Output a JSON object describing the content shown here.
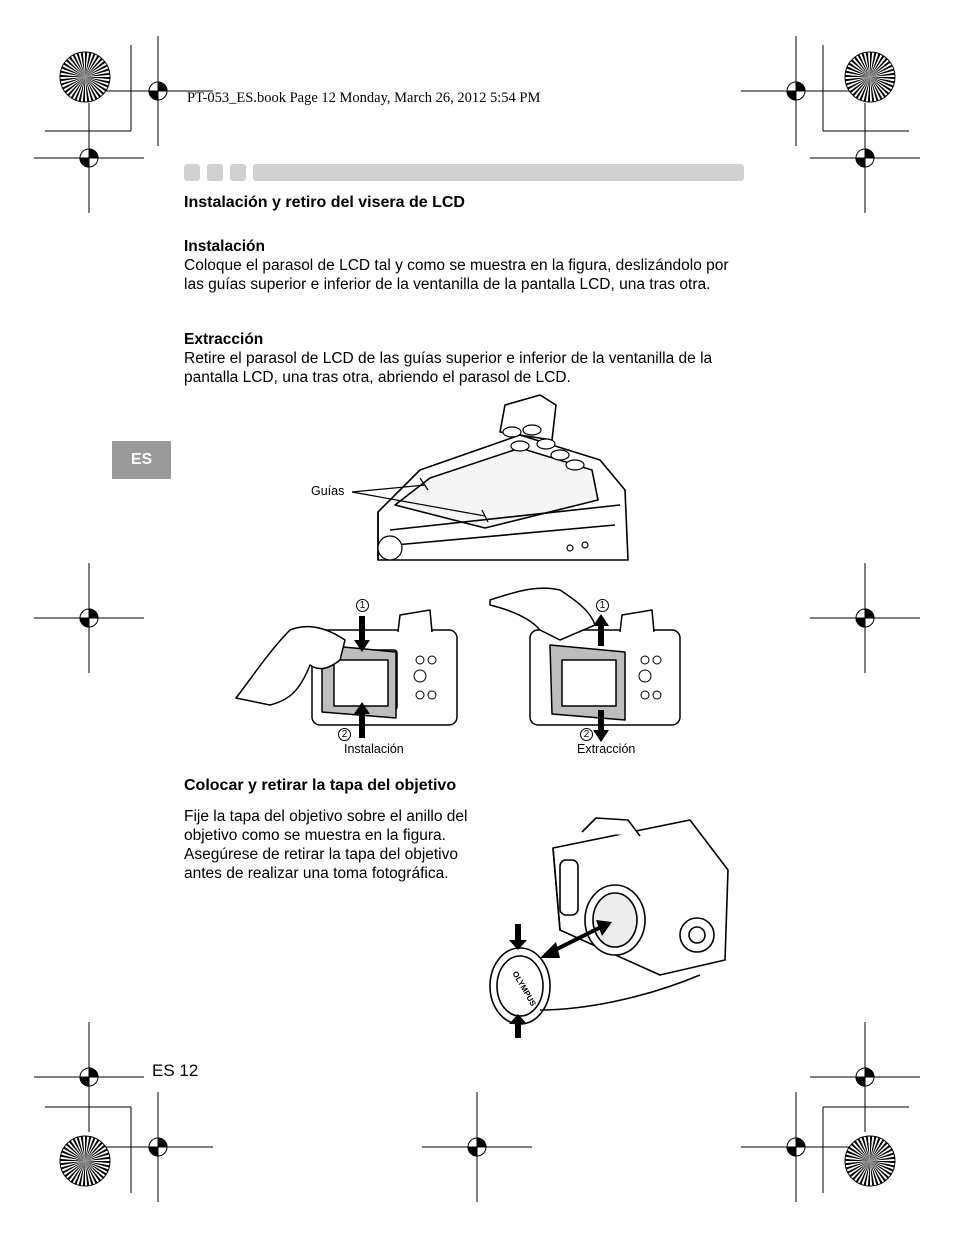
{
  "header": {
    "print_line": "PT-053_ES.book  Page 12  Monday, March 26, 2012  5:54 PM"
  },
  "side_tab": {
    "label": "ES"
  },
  "section1": {
    "title": "Instalación y retiro del visera de LCD",
    "install": {
      "title": "Instalación",
      "text": "Coloque el parasol de LCD tal y como se muestra en la figura, deslizándolo por las guías superior e inferior de la ventanilla de la pantalla LCD, una tras otra."
    },
    "remove": {
      "title": "Extracción",
      "text": "Retire el parasol de LCD de las guías superior e inferior de la ventanilla de la pantalla LCD, una tras otra, abriendo el parasol de LCD."
    },
    "figure_label_guides": "Guías",
    "step1": "1",
    "step2": "2",
    "caption_install": "Instalación",
    "caption_remove": "Extracción"
  },
  "section2": {
    "title": "Colocar y retirar la tapa del objetivo",
    "text": "Fije la tapa del objetivo sobre el anillo del objetivo como se muestra en la figura. Asegúrese de retirar la tapa del objetivo antes de realizar una toma fotográfica.",
    "cap_brand": "OLYMPUS"
  },
  "footer": {
    "page_label": "ES 12"
  }
}
